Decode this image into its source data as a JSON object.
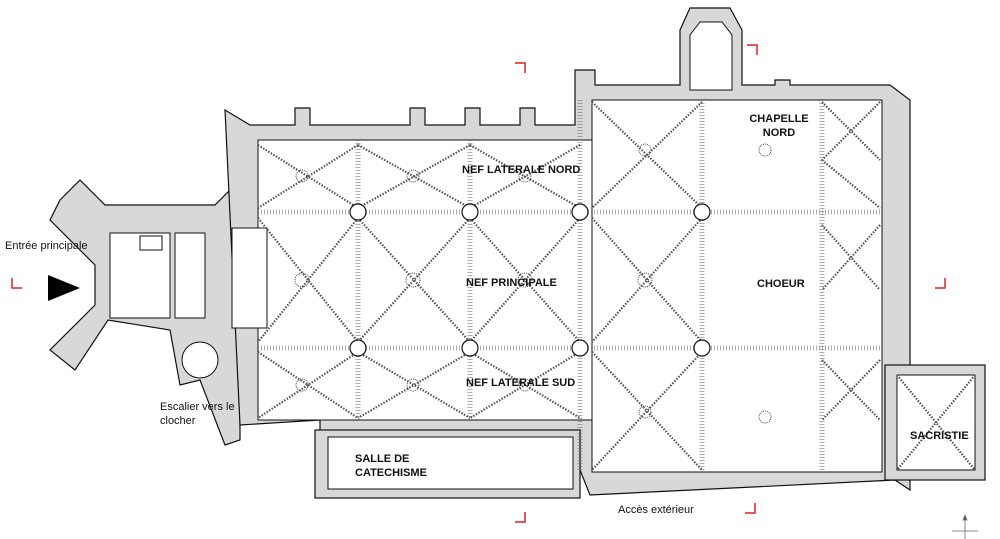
{
  "plan": {
    "labels": {
      "main_entrance": "Entrée principale",
      "stair": "Escalier vers le clocher",
      "exterior_access": "Accès extérieur"
    },
    "rooms": {
      "north_aisle": "NEF LATERALE NORD",
      "nave": "NEF PRINCIPALE",
      "south_aisle": "NEF LATERALE SUD",
      "north_chapel": "CHAPELLE NORD",
      "choir": "CHOEUR",
      "sacristy": "SACRISTIE",
      "catechism_room": "SALLE DE CATECHISME"
    },
    "colors": {
      "wall": "#d8d8d8",
      "marker": "#e02020",
      "arrow": "#000000"
    }
  }
}
